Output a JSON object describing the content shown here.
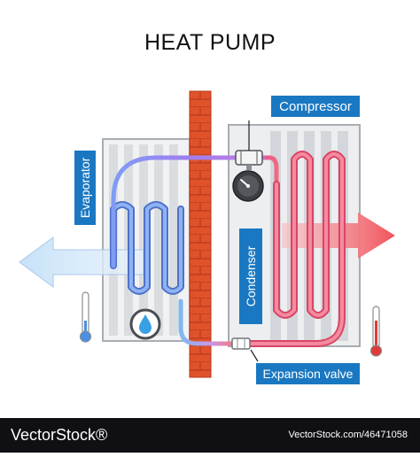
{
  "title": "HEAT PUMP",
  "labels": {
    "evaporator": "Evaporator",
    "compressor": "Compressor",
    "condenser": "Condenser",
    "expansion_valve": "Expansion valve"
  },
  "footer": {
    "watermark": "VectorStock®",
    "image_id": "VectorStock.com/46471058"
  },
  "colors": {
    "label_bg": "#1a78c2",
    "brick": "#e0522a",
    "cold_pipe": "#7d8ff0",
    "hot_pipe": "#ef6a80",
    "cold_arrow": "#b9d9f3",
    "hot_arrow": "#f26b6b"
  },
  "icons": [
    "thermometer-cold-icon",
    "thermometer-hot-icon",
    "water-drop-icon",
    "pressure-gauge-icon"
  ]
}
